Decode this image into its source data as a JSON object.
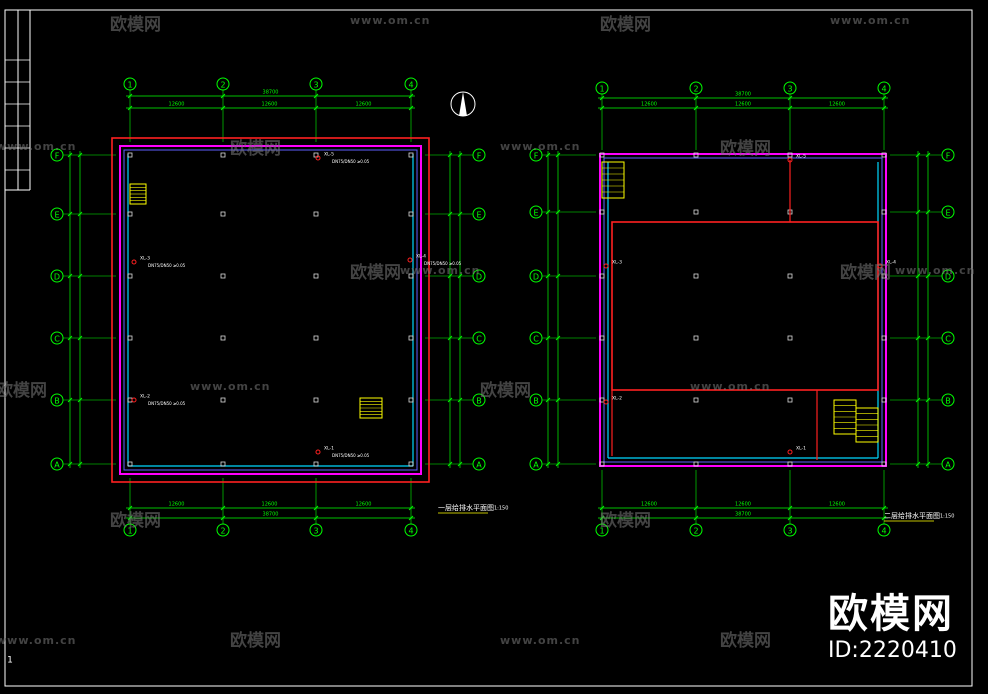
{
  "left_plan": {
    "title": "一层给排水平面图",
    "scale": "1:150",
    "col_labels": [
      "1",
      "2",
      "3",
      "4"
    ],
    "row_labels": [
      "F",
      "E",
      "D",
      "C",
      "B",
      "A"
    ],
    "dim_top": [
      "12600",
      "12600",
      "12600"
    ],
    "dim_total": "38700",
    "riser_labels": [
      "XL-5",
      "XL-4",
      "XL-3",
      "XL-2",
      "XL-1"
    ],
    "pipe_note": "DN75/DN50 ≥0.05"
  },
  "right_plan": {
    "title": "二层给排水平面图",
    "scale": "1:150",
    "col_labels": [
      "1",
      "2",
      "3",
      "4"
    ],
    "row_labels": [
      "F",
      "E",
      "D",
      "C",
      "B",
      "A"
    ],
    "dim_top": [
      "12600",
      "12600",
      "12600"
    ],
    "dim_total": "38700",
    "riser_labels": [
      "XL-5",
      "XL-4",
      "XL-3",
      "XL-2",
      "XL-1"
    ]
  },
  "watermark": {
    "url": "www.om.cn",
    "brand": "欧模网"
  },
  "brand_block": {
    "title": "欧模网",
    "id": "ID:2220410"
  },
  "colors": {
    "background": "#000000",
    "axis": "#00ff00",
    "wall": "#ff00ff",
    "pipe_red": "#ff2020",
    "pipe_cyan": "#00d8ff",
    "frame": "#ffffff",
    "stair": "#ffff00"
  }
}
